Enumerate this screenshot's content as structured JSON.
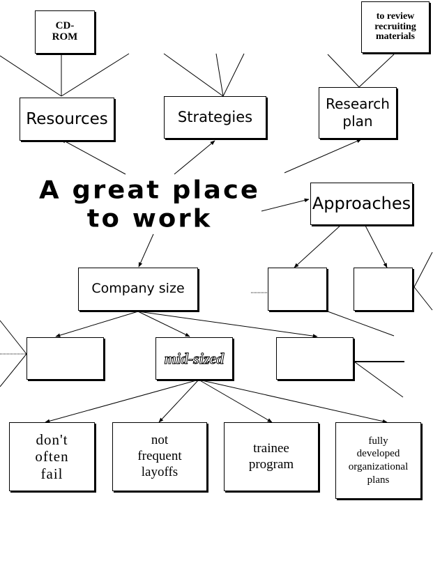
{
  "central_topic": {
    "line1": "A great place",
    "line2": "to work"
  },
  "nodes": {
    "cd_rom": "CD-\nROM",
    "to_review": "to review\nrecruiting\nmaterials",
    "resources": "Resources",
    "strategies": "Strategies",
    "research_plan": "Research\nplan",
    "approaches": "Approaches",
    "company_size": "Company size",
    "approach_sub_1": "",
    "approach_sub_2": "",
    "size_left": "",
    "mid_sized": "mid-sized",
    "size_right": "",
    "dont_often_fail": "don't\noften\nfail",
    "not_frequent_layoffs": "not\nfrequent\nlayoffs",
    "trainee_program": "trainee\nprogram",
    "fully_developed": "fully\ndeveloped\norganizational\nplans"
  }
}
